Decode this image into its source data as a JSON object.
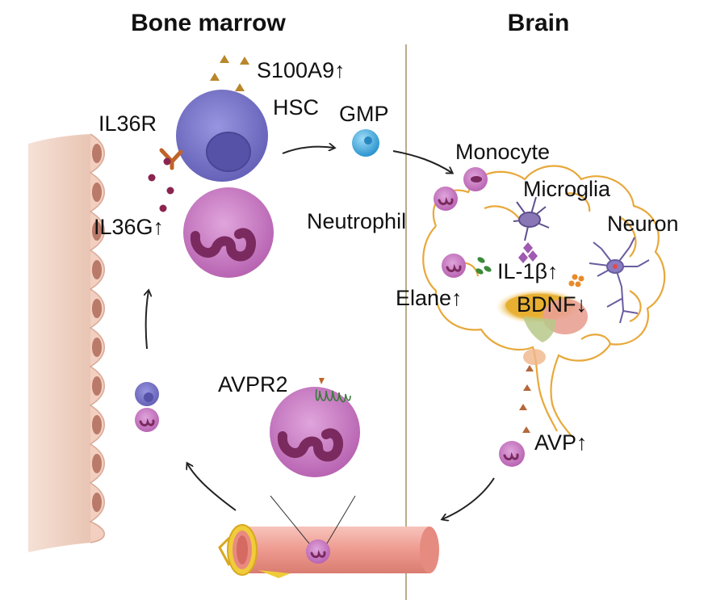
{
  "headers": {
    "bone_marrow": "Bone marrow",
    "brain": "Brain"
  },
  "labels": {
    "s100a9": "S100A9↑",
    "hsc": "HSC",
    "gmp": "GMP",
    "il36r": "IL36R",
    "il36g": "IL36G↑",
    "monocyte": "Monocyte",
    "microglia": "Microglia",
    "neuron": "Neuron",
    "neutrophil": "Neutrophil",
    "il1b": "IL-1β↑",
    "elane": "Elane↑",
    "bdnf": "BDNF↓",
    "avpr2": "AVPR2",
    "avp": "AVP↑"
  },
  "colors": {
    "hsc": "#7b78c9",
    "neutrophil": "#c77bc2",
    "nucleus": "#7a2a5e",
    "gmp": "#3fa9dd",
    "triangle": "#b8862b",
    "il36g_dot": "#8a2450",
    "brain_outline": "#e8a83a",
    "vessel": "#f0a9a0",
    "bone": "#f2d9cc",
    "divider": "#a89870",
    "il1b_diamond": "#a05ab0",
    "elane_dot": "#3a8a3a",
    "bdnf_dot": "#e88a2a"
  }
}
